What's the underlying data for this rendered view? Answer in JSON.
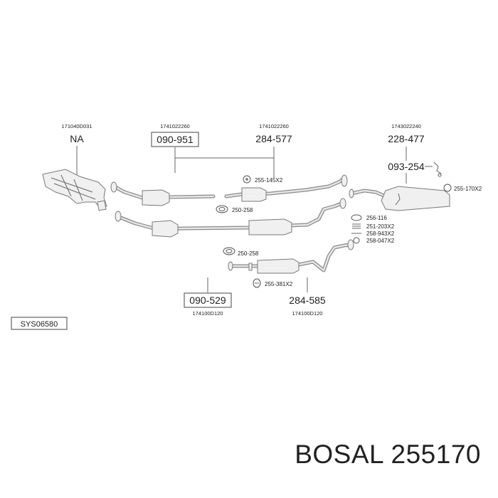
{
  "oem_numbers": {
    "manifold": "171040D031",
    "front_upper": "1741022260",
    "front_center": "1741022260",
    "rear": "1743022240",
    "front_lower": "174100D120",
    "center_lower": "174100D120"
  },
  "part_numbers": {
    "manifold": "NA",
    "front_upper": "090-951",
    "center_upper": "284-577",
    "rear": "228-477",
    "rear_hanger": "093-254",
    "front_lower": "090-529",
    "center_lower": "284-585"
  },
  "accessories": {
    "clamp_upper": "255-145X2",
    "gasket_upper": "250-258",
    "rubber_rear": "255-170X2",
    "gasket_256": "256-116",
    "spring_251": "251-203X2",
    "bolt_258_943": "258-943X2",
    "nut_258_047": "258-047X2",
    "gasket_lower": "250-258",
    "clamp_lower": "255-381X2"
  },
  "diagram_code": "SYS06580",
  "brand": "BOSAL 255170",
  "colors": {
    "line": "#666666",
    "pipe": "#8a8a8a",
    "part_fill": "#f0f0f0"
  }
}
